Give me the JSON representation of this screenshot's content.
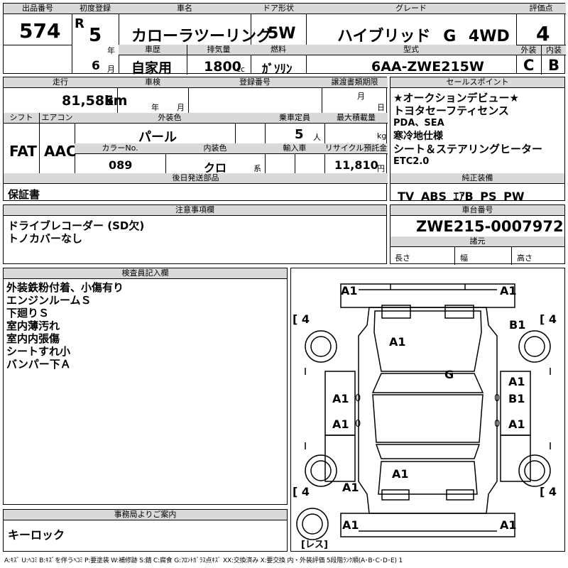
{
  "header": {
    "lot_number_label": "出品番号",
    "lot_number": "574",
    "first_reg_label": "初度登録",
    "era": "R",
    "year": "5",
    "year_unit": "年",
    "month": "6",
    "month_unit": "月",
    "car_name_label": "車名",
    "car_name": "カローラツーリング",
    "history_label": "車歴",
    "history": "自家用",
    "displacement_label": "排気量",
    "displacement": "1800",
    "displacement_unit": "cc",
    "door_label": "ドア形状",
    "door": "5W",
    "fuel_label": "燃料",
    "fuel": "ｶﾞｿﾘﾝ",
    "grade_label": "グレード",
    "grade": "ハイブリッド G 4WD",
    "model_label": "型式",
    "model": "6AA-ZWE215W",
    "score_label": "評価点",
    "score": "4",
    "exterior_label": "外装",
    "exterior": "C",
    "interior_label": "内装",
    "interior": "B"
  },
  "row2": {
    "mileage_label": "走行",
    "mileage": "81,585",
    "mileage_unit": "km",
    "inspection_label": "車検",
    "inspection_year_unit": "年",
    "inspection_month_unit": "月",
    "plate_label": "登録番号",
    "transfer_label": "譲渡書類期限",
    "transfer_month_unit": "月",
    "transfer_day_unit": "日",
    "shift_label": "シフト",
    "shift": "FAT",
    "ac_label": "エアコン",
    "ac": "AAC",
    "ext_color_label": "外装色",
    "ext_color": "パール",
    "capacity_label": "乗車定員",
    "capacity": "5",
    "capacity_unit": "人",
    "max_load_label": "最大積載量",
    "max_load_unit": "kg",
    "color_no_label": "カラーNo.",
    "color_no": "089",
    "int_color_label": "内装色",
    "int_color": "クロ",
    "int_color_unit": "系",
    "import_label": "輸入車",
    "recycle_label": "リサイクル預託金",
    "recycle": "11,810",
    "recycle_unit": "円",
    "later_parts_label": "後日発送部品",
    "later_parts": "保証書"
  },
  "sales_points": {
    "label": "セールスポイント",
    "lines": [
      "★オークションデビュー★",
      "トヨタセーフティセンス",
      "PDA、SEA",
      "寒冷地仕様",
      "シート＆ステアリングヒーター",
      "ETC2.0"
    ]
  },
  "genuine": {
    "label": "純正装備",
    "value": "TV ABS ｴｱB PS PW"
  },
  "notes": {
    "label": "注意事項欄",
    "lines": [
      "ドライブレコーダー (SD欠)",
      "トノカバーなし"
    ]
  },
  "chassis": {
    "label": "車台番号",
    "value": "ZWE215-0007972",
    "spec_label": "諸元",
    "length_label": "長さ",
    "width_label": "幅",
    "height_label": "高さ"
  },
  "inspector": {
    "label": "検査員記入欄",
    "lines": [
      "外装鉄粉付着、小傷有り",
      "エンジンルームＳ",
      "下廻りＳ",
      "室内薄汚れ",
      "室内内張傷",
      "シートすれ小",
      "バンパー下Ａ"
    ]
  },
  "office": {
    "label": "事務局よりご案内",
    "value": "キーロック"
  },
  "diagram": {
    "marks": {
      "front_left": "A1",
      "front_right": "A1",
      "hood": "A1",
      "right_front_fender": "B1",
      "windshield": "G",
      "left_front_door": "A1",
      "right_front_door_a": "A1",
      "right_front_door_b": "B1",
      "left_rear_door": "A1",
      "right_rear_door": "A1",
      "trunk": "A1",
      "left_rear": "A1",
      "rear_left": "A1",
      "rear_right": "A1",
      "roof_pillar_left": "0",
      "roof_pillar_right": "0",
      "rear_pillar_left": "0",
      "rear_pillar_right": "0"
    },
    "tires": {
      "fl": "4",
      "fr": "4",
      "rl": "4",
      "rr": "4",
      "spare": "レス"
    }
  },
  "legend": "A:ｷｽﾞ U:ﾍｺﾐ B:ｷｽﾞを伴うﾍｺﾐ P:要塗装 W:補修跡 S:錆 C:腐食 G:ﾌﾛﾝﾄｶﾞﾗｽ点ｷｽﾞ XX:交換済み X:要交換 内・外装評価 5段階ﾗﾝｸ順(A･B･C･D･E) 1"
}
